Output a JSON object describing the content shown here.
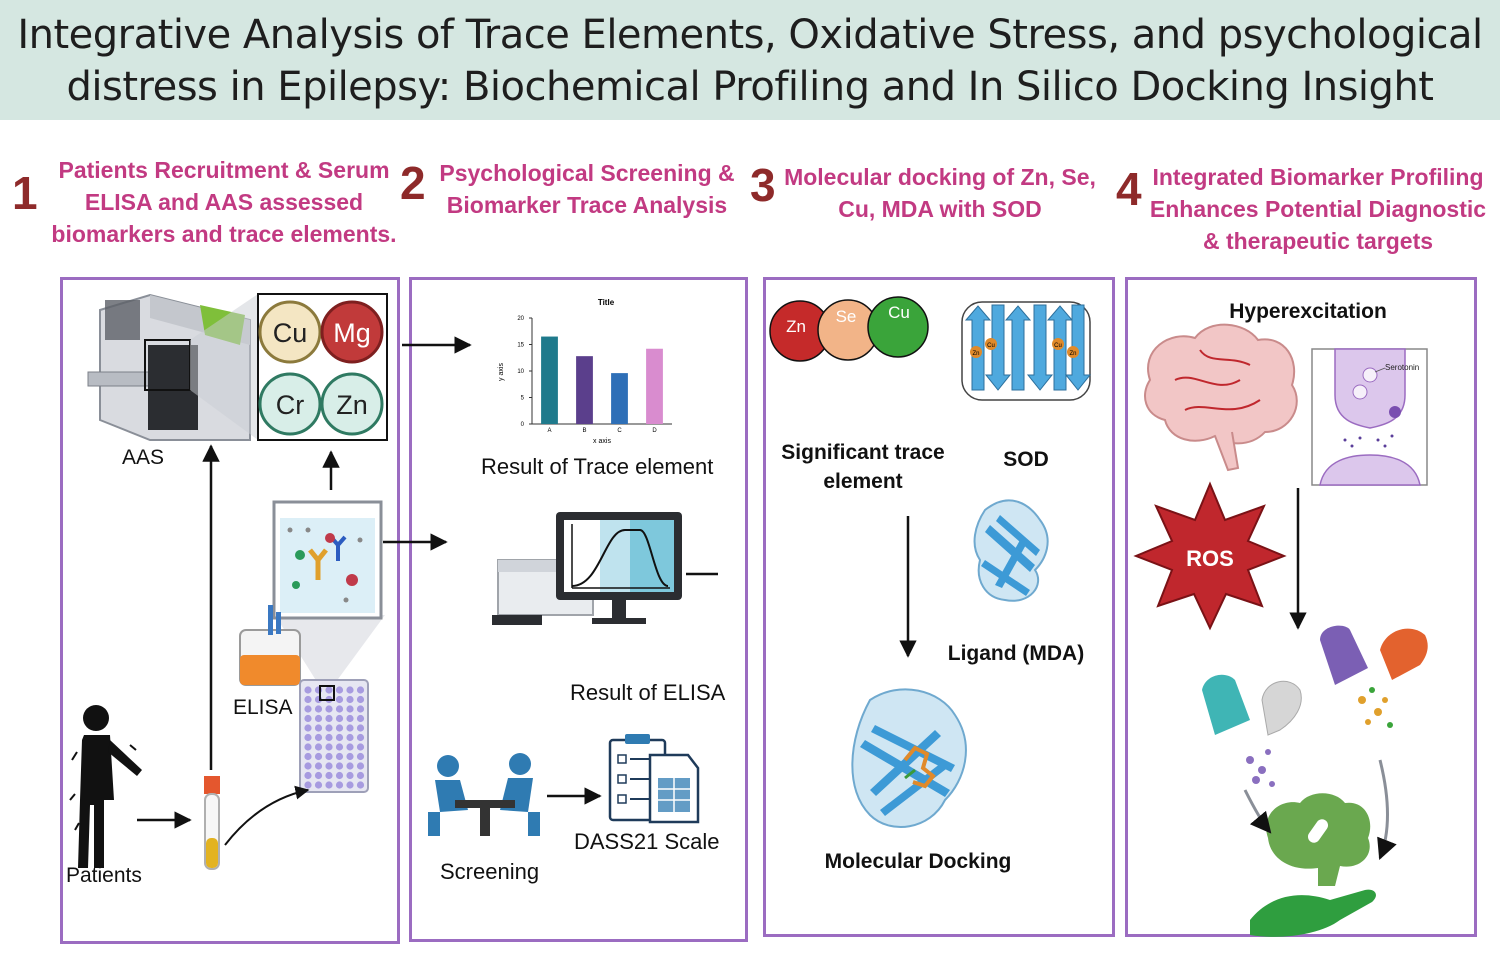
{
  "title": {
    "line1": "Integrative Analysis of Trace Elements, Oxidative Stress, and psychological",
    "line2": "distress in Epilepsy: Biochemical Profiling and In Silico Docking Insight"
  },
  "steps": [
    {
      "number": "1",
      "line1": "Patients Recruitment & Serum",
      "line2": "ELISA and AAS assessed",
      "line3": "biomarkers and trace elements."
    },
    {
      "number": "2",
      "line1": "Psychological Screening &",
      "line2": "Biomarker Trace Analysis"
    },
    {
      "number": "3",
      "line1": "Molecular docking of Zn, Se,",
      "line2": "Cu, MDA with SOD"
    },
    {
      "number": "4",
      "line1": "Integrated Biomarker Profiling",
      "line2": "Enhances Potential Diagnostic",
      "line3": "& therapeutic targets"
    }
  ],
  "panel1": {
    "elements": [
      "Cu",
      "Mg",
      "Cr",
      "Zn"
    ],
    "aas_label": "AAS",
    "elisa_label": "ELISA",
    "patients_label": "Patients"
  },
  "panel2": {
    "trace_result_label": "Result of Trace element",
    "elisa_result_label": "Result of ELISA",
    "screening_label": "Screening",
    "dass_label": "DASS21 Scale"
  },
  "panel3": {
    "spheres": [
      "Zn",
      "Se",
      "Cu"
    ],
    "protein_labels": [
      "Zn",
      "Cu",
      "Cu",
      "Zn"
    ],
    "trace_line1": "Significant trace",
    "trace_line2": "element",
    "sod_label": "SOD",
    "ligand_label": "Ligand (MDA)",
    "docking_label": "Molecular Docking"
  },
  "panel4": {
    "hyper_label": "Hyperexcitation",
    "serotonin_label": "Serotonin",
    "ros_label": "ROS"
  },
  "chart_data": {
    "type": "bar",
    "title": "Title",
    "xlabel": "x axis",
    "ylabel": "y axis",
    "categories": [
      "A",
      "B",
      "C",
      "D"
    ],
    "values": [
      16.5,
      12.8,
      9.6,
      14.2
    ],
    "ylim": [
      0,
      20
    ],
    "yticks": [
      0,
      5,
      10,
      15,
      20
    ],
    "colors": [
      "#1f7a8c",
      "#5b3f8c",
      "#2e6fb7",
      "#d98ccf"
    ]
  },
  "colors": {
    "title_bg": "#d5e7e1",
    "step_number": "#8e2a2a",
    "step_text": "#c23a82",
    "panel_border": "#9b6cc1"
  }
}
